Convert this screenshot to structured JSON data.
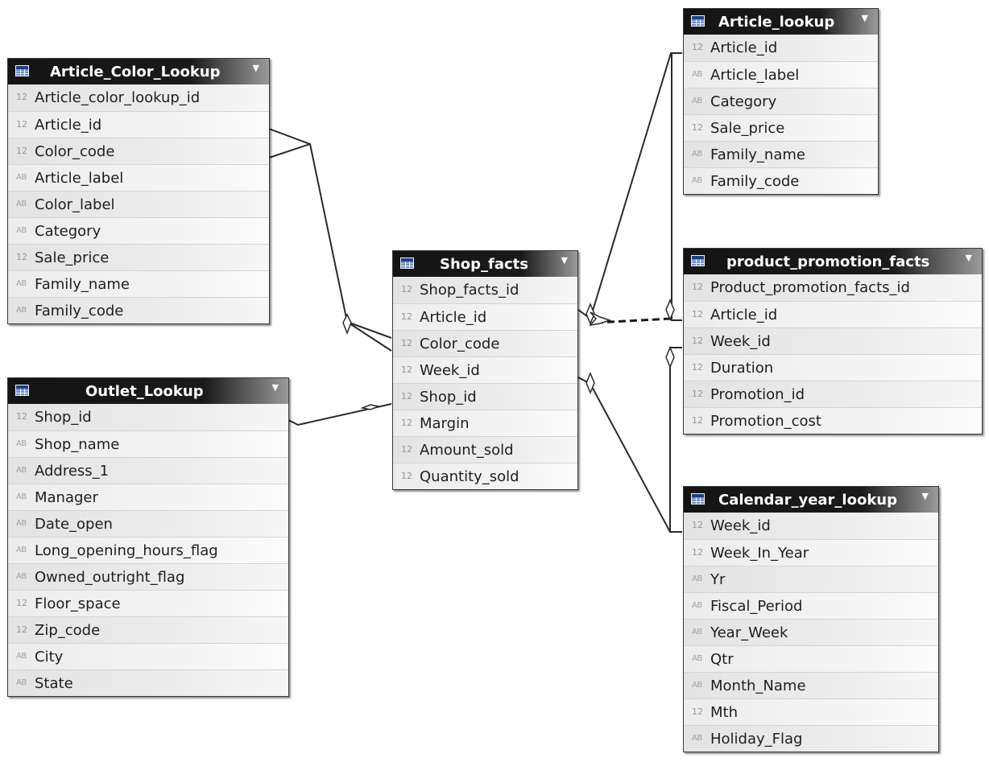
{
  "tables": {
    "article_color_lookup": {
      "title": "Article_Color_Lookup",
      "fields": [
        {
          "type": "12",
          "name": "Article_color_lookup_id"
        },
        {
          "type": "12",
          "name": "Article_id"
        },
        {
          "type": "12",
          "name": "Color_code"
        },
        {
          "type": "AB",
          "name": "Article_label"
        },
        {
          "type": "AB",
          "name": "Color_label"
        },
        {
          "type": "AB",
          "name": "Category"
        },
        {
          "type": "12",
          "name": "Sale_price"
        },
        {
          "type": "AB",
          "name": "Family_name"
        },
        {
          "type": "AB",
          "name": "Family_code"
        }
      ]
    },
    "outlet_lookup": {
      "title": "Outlet_Lookup",
      "fields": [
        {
          "type": "12",
          "name": "Shop_id"
        },
        {
          "type": "AB",
          "name": "Shop_name"
        },
        {
          "type": "AB",
          "name": "Address_1"
        },
        {
          "type": "AB",
          "name": "Manager"
        },
        {
          "type": "AB",
          "name": "Date_open"
        },
        {
          "type": "AB",
          "name": "Long_opening_hours_flag"
        },
        {
          "type": "AB",
          "name": "Owned_outright_flag"
        },
        {
          "type": "12",
          "name": "Floor_space"
        },
        {
          "type": "12",
          "name": "Zip_code"
        },
        {
          "type": "AB",
          "name": "City"
        },
        {
          "type": "AB",
          "name": "State"
        }
      ]
    },
    "shop_facts": {
      "title": "Shop_facts",
      "fields": [
        {
          "type": "12",
          "name": "Shop_facts_id"
        },
        {
          "type": "12",
          "name": "Article_id"
        },
        {
          "type": "12",
          "name": "Color_code"
        },
        {
          "type": "12",
          "name": "Week_id"
        },
        {
          "type": "12",
          "name": "Shop_id"
        },
        {
          "type": "12",
          "name": "Margin"
        },
        {
          "type": "12",
          "name": "Amount_sold"
        },
        {
          "type": "12",
          "name": "Quantity_sold"
        }
      ]
    },
    "article_lookup": {
      "title": "Article_lookup",
      "fields": [
        {
          "type": "12",
          "name": "Article_id"
        },
        {
          "type": "AB",
          "name": "Article_label"
        },
        {
          "type": "AB",
          "name": "Category"
        },
        {
          "type": "12",
          "name": "Sale_price"
        },
        {
          "type": "AB",
          "name": "Family_name"
        },
        {
          "type": "AB",
          "name": "Family_code"
        }
      ]
    },
    "product_promotion_facts": {
      "title": "product_promotion_facts",
      "fields": [
        {
          "type": "12",
          "name": "Product_promotion_facts_id"
        },
        {
          "type": "12",
          "name": "Article_id"
        },
        {
          "type": "12",
          "name": "Week_id"
        },
        {
          "type": "12",
          "name": "Duration"
        },
        {
          "type": "12",
          "name": "Promotion_id"
        },
        {
          "type": "12",
          "name": "Promotion_cost"
        }
      ]
    },
    "calendar_year_lookup": {
      "title": "Calendar_year_lookup",
      "fields": [
        {
          "type": "12",
          "name": "Week_id"
        },
        {
          "type": "12",
          "name": "Week_In_Year"
        },
        {
          "type": "AB",
          "name": "Yr"
        },
        {
          "type": "AB",
          "name": "Fiscal_Period"
        },
        {
          "type": "AB",
          "name": "Year_Week"
        },
        {
          "type": "AB",
          "name": "Qtr"
        },
        {
          "type": "AB",
          "name": "Month_Name"
        },
        {
          "type": "12",
          "name": "Mth"
        },
        {
          "type": "AB",
          "name": "Holiday_Flag"
        }
      ]
    }
  }
}
